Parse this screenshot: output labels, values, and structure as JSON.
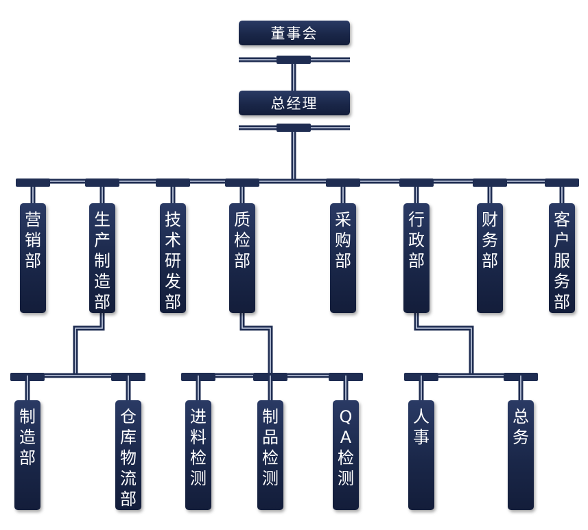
{
  "colors": {
    "box": "#1a2749",
    "line": "#1f2d52",
    "line_highlight": "#c9d2e6"
  },
  "nodes": {
    "board": "董事会",
    "gm": "总经理",
    "sales": "营销部",
    "production": "生产制造部",
    "rnd": "技术研发部",
    "qc": "质检部",
    "purchase": "采购部",
    "admin": "行政部",
    "finance": "财务部",
    "service": "客户服务部",
    "manufacturing": "制造部",
    "warehouse": "仓库物流部",
    "incoming_inspection": "进料检测",
    "product_inspection": "制品检测",
    "qa_inspection": "QA检测",
    "hr": "人事",
    "general_affairs": "总务"
  }
}
